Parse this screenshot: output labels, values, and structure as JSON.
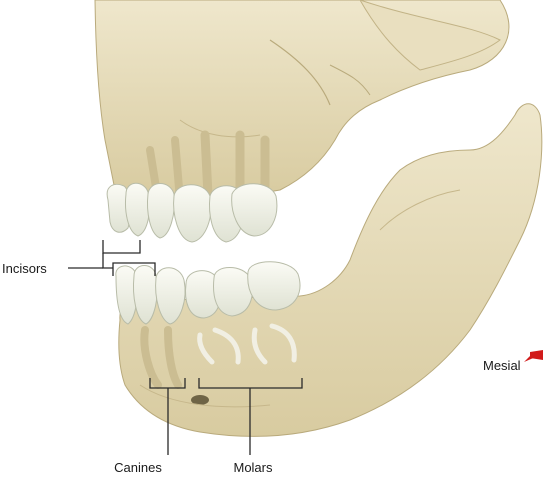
{
  "labels": {
    "incisors": "Incisors",
    "canines": "Canines",
    "molars": "Molars",
    "mesial": "Mesial"
  },
  "colors": {
    "bone": "#e6dcbc",
    "bone_shadow": "#cbbd92",
    "tooth": "#f4f5ec",
    "tooth_edge": "#b8bca8",
    "gum_root": "#d9cfa8",
    "line": "#2a2a2a",
    "mesial_arrow": "#d11a1a"
  }
}
